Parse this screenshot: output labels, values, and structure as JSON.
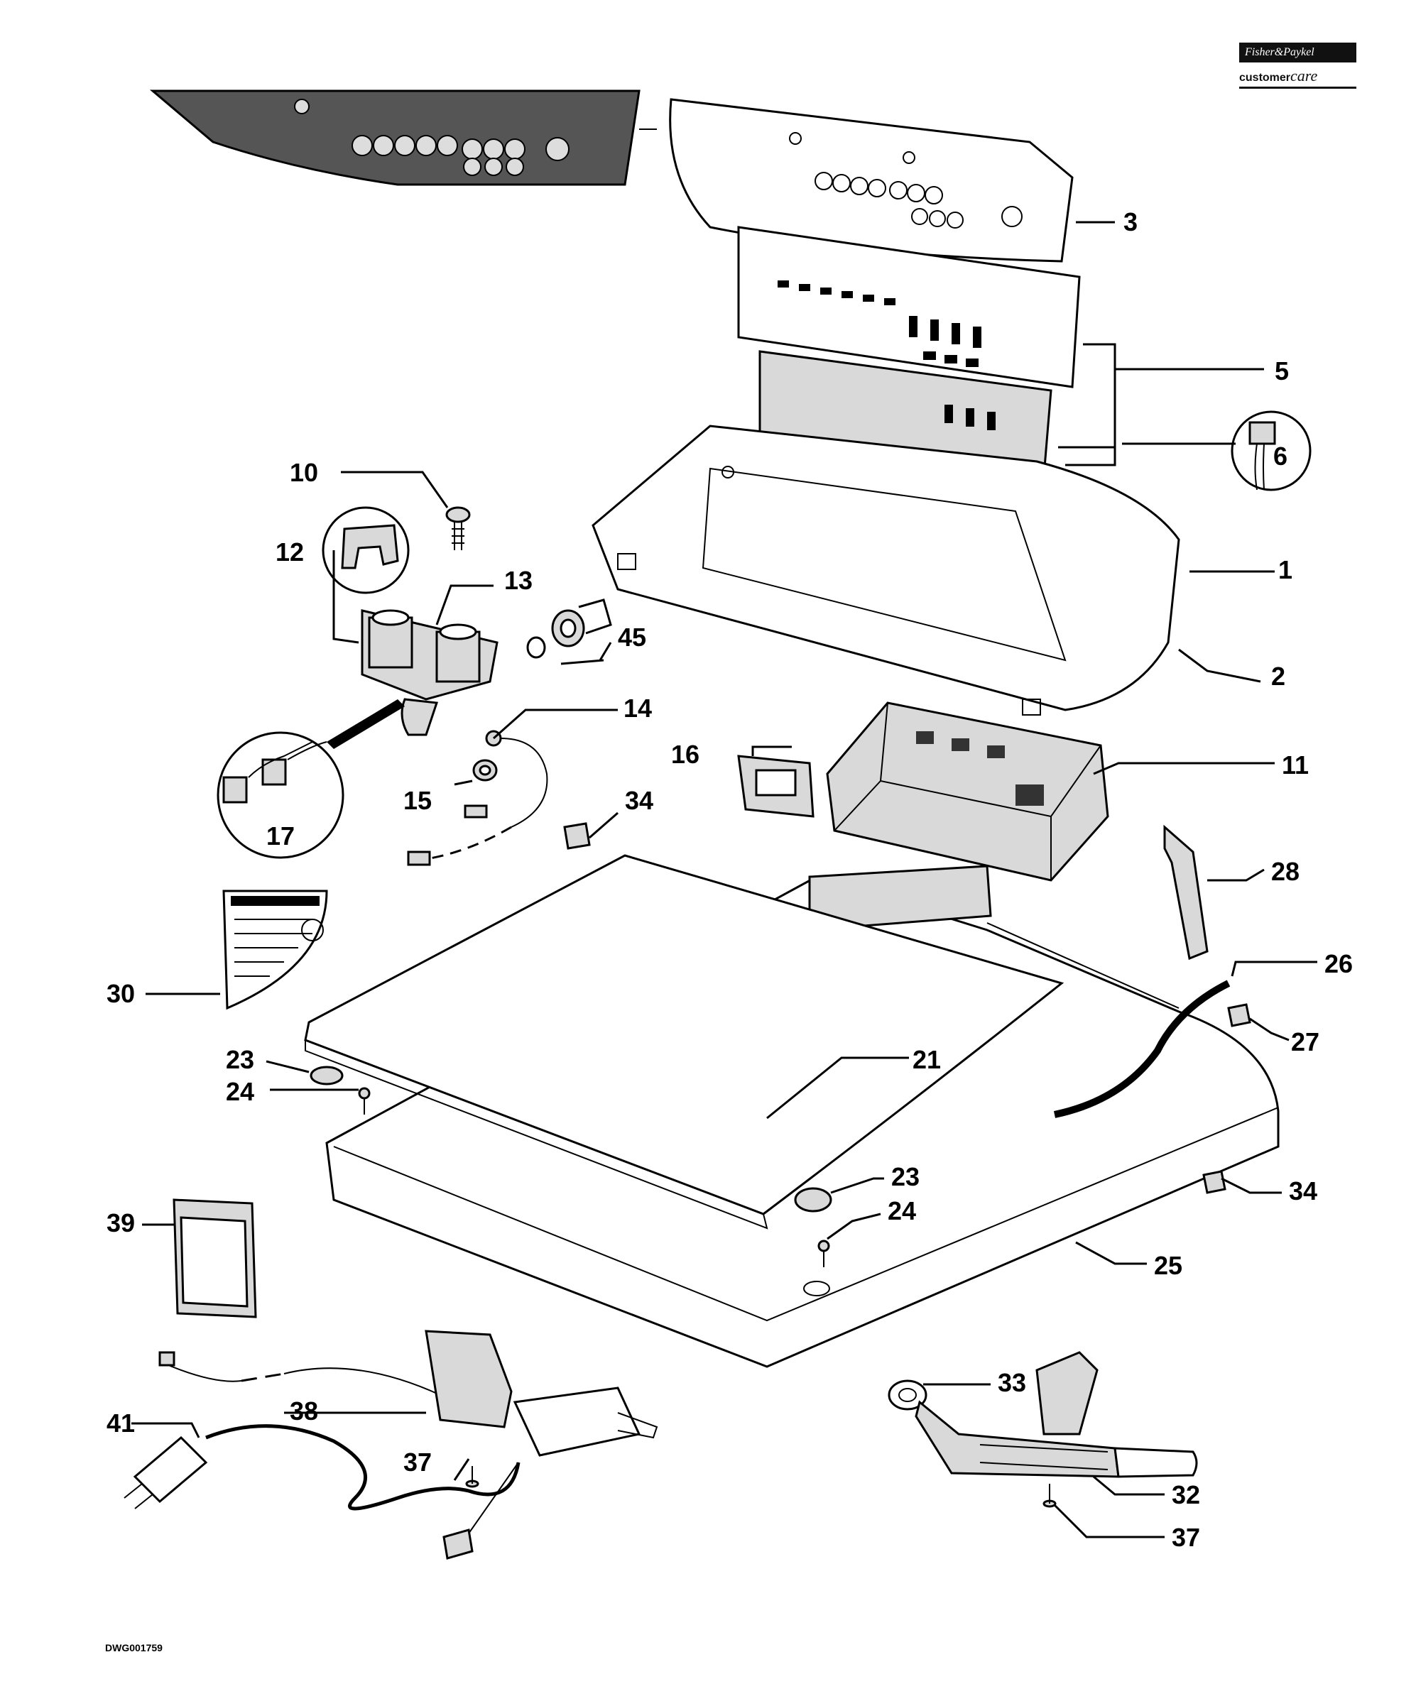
{
  "brand": {
    "name": "Fisher&Paykel",
    "subtitle_prefix": "customer",
    "subtitle_script": "care"
  },
  "drawing_id": "DWG001759",
  "callouts": [
    "1",
    "2",
    "3",
    "5",
    "6",
    "10",
    "11",
    "12",
    "13",
    "14",
    "15",
    "16",
    "17",
    "21",
    "23",
    "24",
    "25",
    "26",
    "27",
    "28",
    "30",
    "32",
    "33",
    "34",
    "37",
    "38",
    "39",
    "41",
    "45"
  ],
  "labels": {
    "p1": "1",
    "p2": "2",
    "p3": "3",
    "p5": "5",
    "p6": "6",
    "p10": "10",
    "p11": "11",
    "p12": "12",
    "p13": "13",
    "p14": "14",
    "p15": "15",
    "p16": "16",
    "p17": "17",
    "p21": "21",
    "p23a": "23",
    "p23b": "23",
    "p24a": "24",
    "p24b": "24",
    "p25": "25",
    "p26": "26",
    "p27": "27",
    "p28": "28",
    "p30": "30",
    "p32": "32",
    "p33": "33",
    "p34a": "34",
    "p34b": "34",
    "p37a": "37",
    "p37b": "37",
    "p38": "38",
    "p39": "39",
    "p41": "41",
    "p45": "45"
  }
}
